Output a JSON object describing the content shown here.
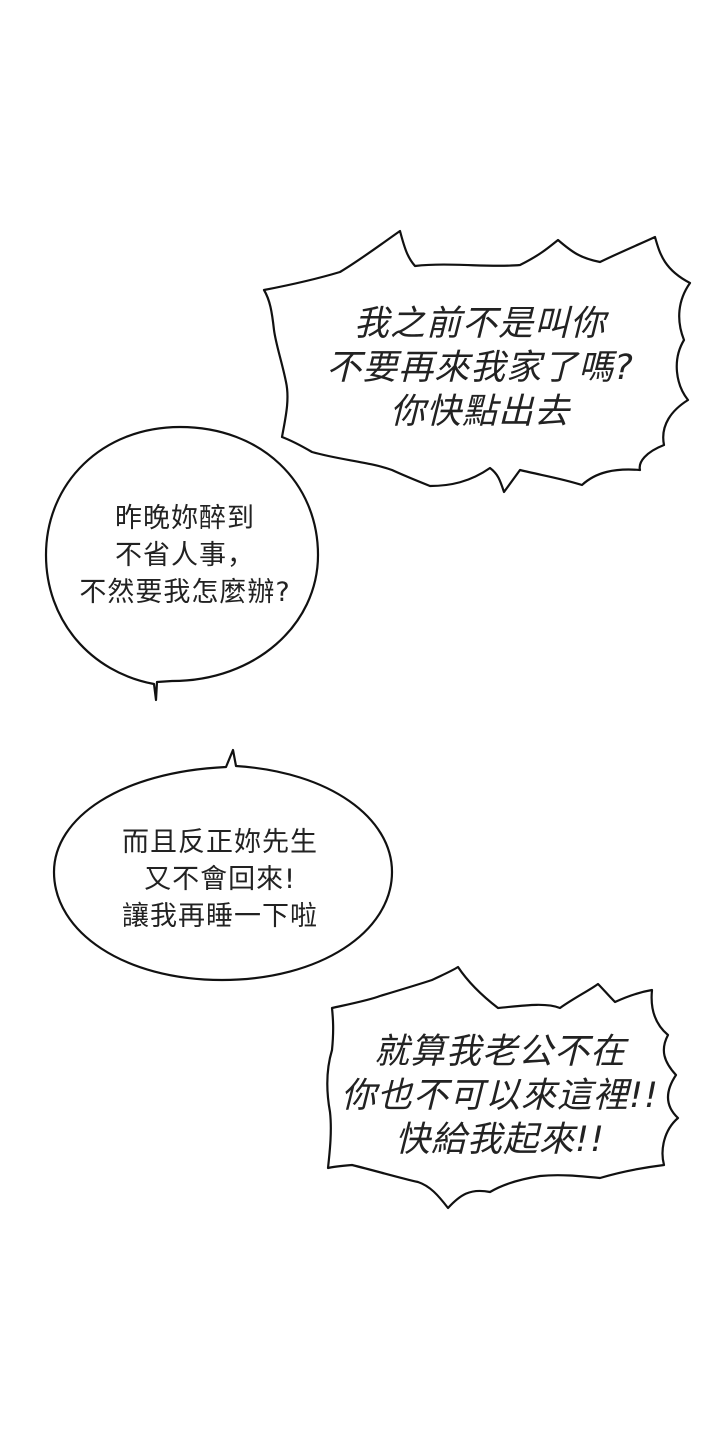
{
  "bubbles": [
    {
      "style": "jagged",
      "lines": [
        "我之前不是叫你",
        "不要再來我家了嗎?",
        "你快點出去"
      ]
    },
    {
      "style": "round",
      "lines": [
        "昨晚妳醉到",
        "不省人事，",
        "不然要我怎麼辦?"
      ]
    },
    {
      "style": "round",
      "lines": [
        "而且反正妳先生",
        "又不會回來!",
        "讓我再睡一下啦"
      ]
    },
    {
      "style": "jagged",
      "lines": [
        "就算我老公不在",
        "你也不可以來這裡!!",
        "快給我起來!!"
      ]
    }
  ],
  "colors": {
    "background": "#ffffff",
    "stroke": "#111111",
    "text": "#222222"
  }
}
